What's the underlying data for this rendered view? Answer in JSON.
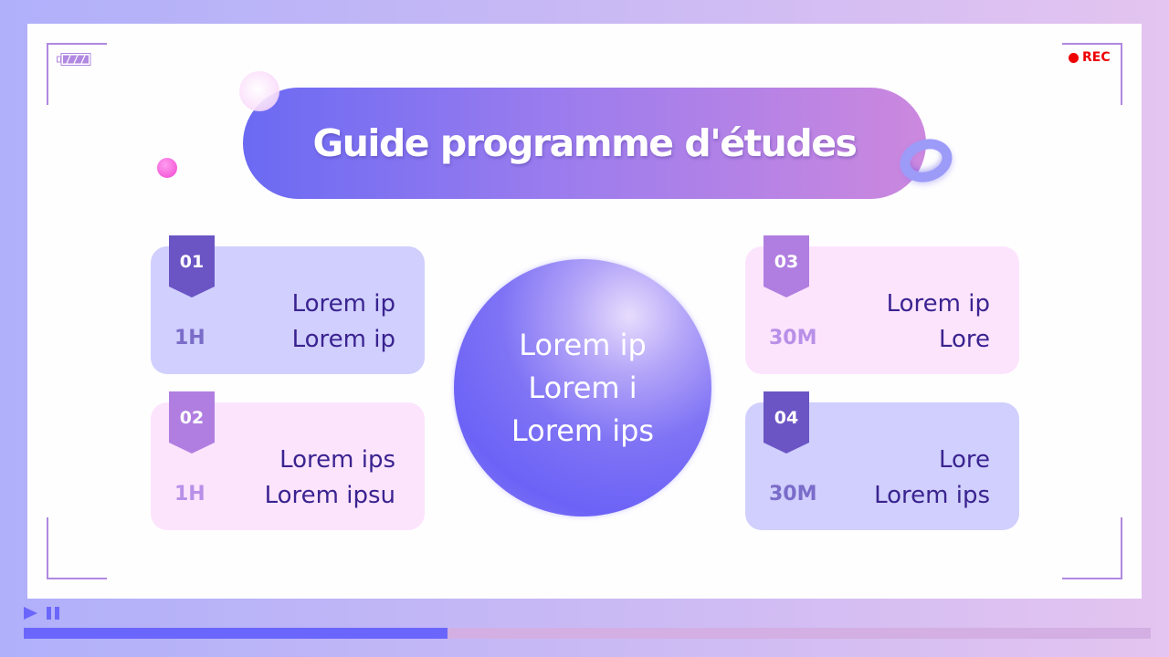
{
  "slide": {
    "title": "Guide programme d'études",
    "rec_label": "REC",
    "center_circle": {
      "lines": [
        "Lorem ip",
        "Lorem i",
        "Lorem ips"
      ]
    },
    "cards": [
      {
        "number": "01",
        "duration": "1H",
        "lines": [
          "Lorem ip",
          "Lorem ip"
        ],
        "theme": "lavender"
      },
      {
        "number": "02",
        "duration": "1H",
        "lines": [
          "Lorem ips",
          "Lorem ipsu"
        ],
        "theme": "pink"
      },
      {
        "number": "03",
        "duration": "30M",
        "lines": [
          "Lorem ip",
          "Lore"
        ],
        "theme": "pink"
      },
      {
        "number": "04",
        "duration": "30M",
        "lines": [
          "Lore",
          "Lorem ips"
        ],
        "theme": "lavender"
      }
    ]
  },
  "player": {
    "progress_percent": 37.6,
    "icons": [
      "play-icon",
      "pause-icon"
    ]
  },
  "colors": {
    "accent": "#6b66fb",
    "rec": "#ee0000",
    "card_lavender": "#d0cffd",
    "card_pink": "#fde4fd",
    "text_dark": "#3a2390"
  }
}
